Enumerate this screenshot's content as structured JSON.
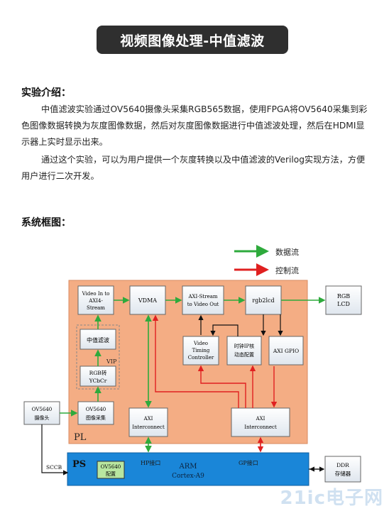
{
  "header": {
    "title": "视频图像处理-中值滤波"
  },
  "intro": {
    "heading": "实验介绍：",
    "para1": "中值滤波实验通过OV5640摄像头采集RGB565数据，使用FPGA将OV5640采集到彩色图像数据转换为灰度图像数据，然后对灰度图像数据进行中值滤波处理，然后在HDMI显示器上实时显示出来。",
    "para2": "通过这个实验，可以为用户提供一个灰度转换以及中值滤波的Verilog实现方法，方便用户进行二次开发。"
  },
  "system": {
    "heading": "系统框图："
  },
  "diagram": {
    "legend": {
      "data_flow": "数据流",
      "control_flow": "控制流"
    },
    "colors": {
      "data": "#2eaa3c",
      "control": "#e02020",
      "pl_fill": "#f4ad84",
      "ps_fill": "#1a86d8"
    },
    "blocks": {
      "video_in_l1": "Video In to",
      "video_in_l2": "AXI4-",
      "video_in_l3": "Stream",
      "vdma": "VDMA",
      "axis_out_l1": "AXI-Stream",
      "axis_out_l2": "to Video Out",
      "rgb2lcd": "rgb2lcd",
      "rgb_lcd_l1": "RGB",
      "rgb_lcd_l2": "LCD",
      "median": "中值滤波",
      "vip": "VIP",
      "rgb2ycbcr_l1": "RGB转",
      "rgb2ycbcr_l2": "YCbCr",
      "vtc_l1": "Video",
      "vtc_l2": "Timing",
      "vtc_l3": "Controller",
      "clk_l1": "时钟IP核",
      "clk_l2": "动态配置",
      "axi_gpio": "AXI GPIO",
      "cam_l1": "OV5640",
      "cam_l2": "摄像头",
      "capture_l1": "OV5640",
      "capture_l2": "图像采集",
      "axi_ic1_l1": "AXI",
      "axi_ic1_l2": "Interconnect",
      "axi_ic2_l1": "AXI",
      "axi_ic2_l2": "Interconnect",
      "pl": "PL",
      "ps": "PS",
      "ov5640_cfg_l1": "OV5640",
      "ov5640_cfg_l2": "配置",
      "hp_port": "HP接口",
      "arm_l1": "ARM",
      "arm_l2": "Cortex-A9",
      "gp_port": "GP接口",
      "sccb": "SCCB",
      "ddr_l1": "DDR",
      "ddr_l2": "存储器"
    }
  },
  "watermark": "21ic电子网"
}
